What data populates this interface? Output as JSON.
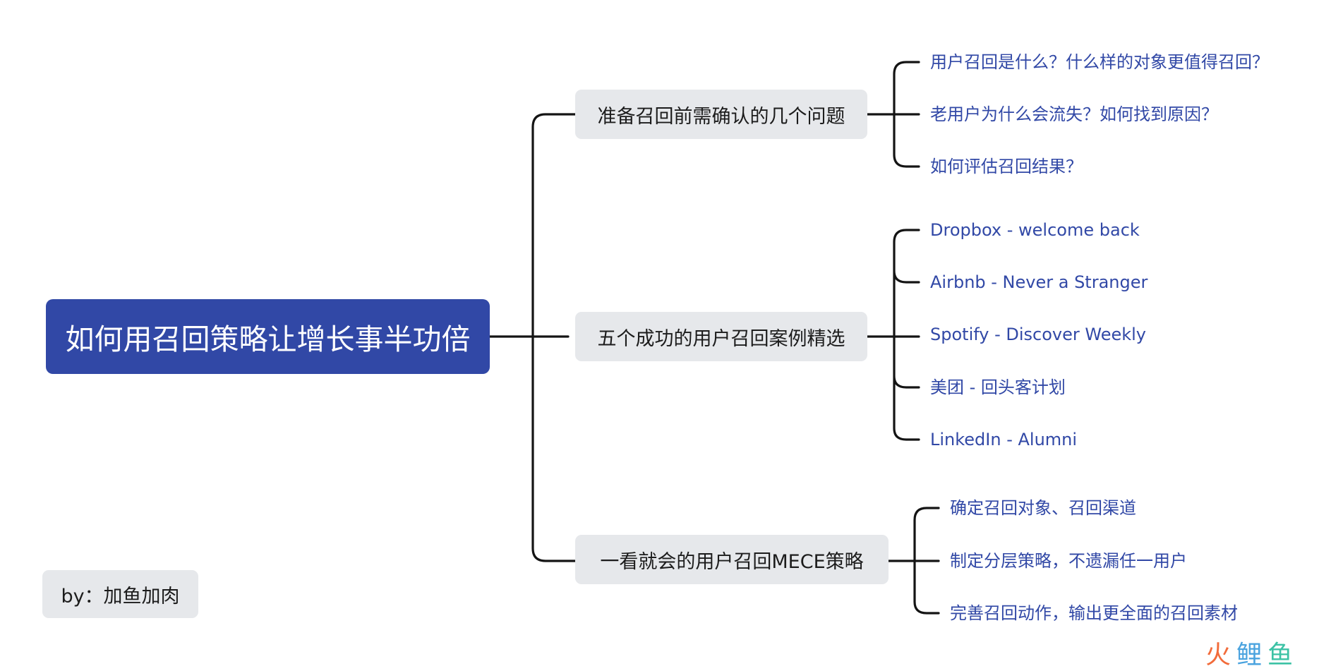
{
  "mindmap": {
    "root": {
      "label": "如何用召回策略让增长事半功倍"
    },
    "branches": [
      {
        "label": "准备召回前需确认的几个问题",
        "children": [
          "用户召回是什么？什么样的对象更值得召回？",
          "老用户为什么会流失？如何找到原因？",
          "如何评估召回结果？"
        ]
      },
      {
        "label": "五个成功的用户召回案例精选",
        "children": [
          "Dropbox - welcome back",
          "Airbnb - Never a Stranger",
          "Spotify - Discover Weekly",
          "美团 - 回头客计划",
          "LinkedIn - Alumni"
        ]
      },
      {
        "label": "一看就会的用户召回MECE策略",
        "children": [
          "确定召回对象、召回渠道",
          "制定分层策略，不遗漏任一用户",
          "完善召回动作，输出更全面的召回素材"
        ]
      }
    ],
    "author": {
      "label": "by：加鱼加肉"
    }
  },
  "watermark": {
    "chars": [
      "火",
      "鲤",
      "鱼"
    ]
  },
  "colors": {
    "root_background": "#3148a6",
    "root_text": "#ffffff",
    "branch_background": "#e6e8eb",
    "branch_text": "#1c1c1c",
    "leaf_text": "#3148a6",
    "connector": "#141414",
    "watermark_orange": "#f26b3a",
    "watermark_blue": "#4aa3df",
    "watermark_green": "#3cc2a5"
  }
}
